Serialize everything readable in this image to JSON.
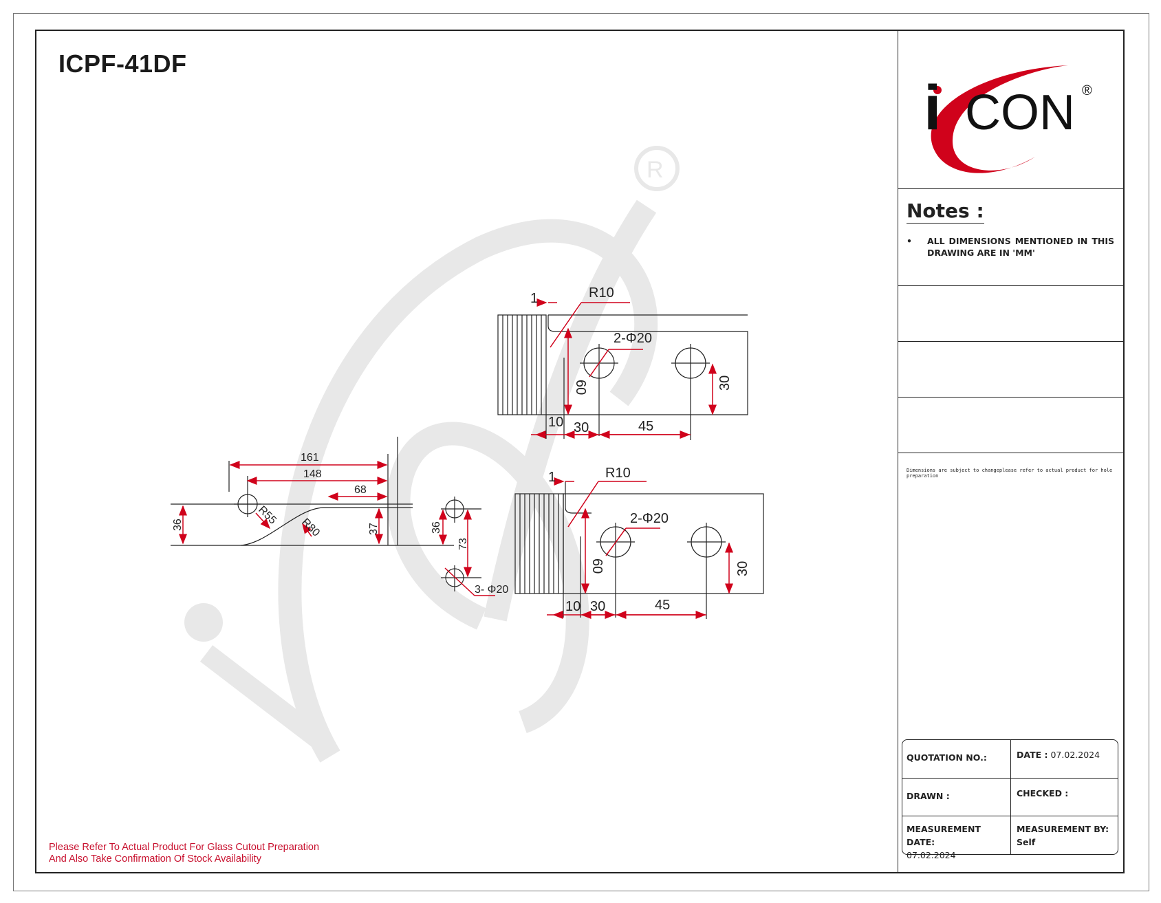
{
  "title": "ICPF-41DF",
  "footnote": {
    "line1": "Please Refer To Actual Product For Glass Cutout Preparation",
    "line2": "And Also Take Confirmation Of Stock Availability"
  },
  "logo": {
    "text_i": "i",
    "text_con": "CON",
    "registered": "®"
  },
  "notes": {
    "heading": "Notes :",
    "bullet": "•",
    "items": [
      "ALL DIMENSIONS MENTIONED IN THIS DRAWING ARE IN 'MM'"
    ]
  },
  "disclaimer": "Dimensions are subject to changeplease refer to actual product for hole preparation",
  "info": {
    "quotation_label": "QUOTATION NO.:",
    "quotation_value": "",
    "date_label": "DATE :",
    "date_value": "07.02.2024",
    "drawn_label": "DRAWN :",
    "drawn_value": "",
    "checked_label": "CHECKED :",
    "checked_value": "",
    "measurement_date_label": "MEASUREMENT DATE:",
    "measurement_date_value": "07.02.2024",
    "measurement_by_label": "MEASUREMENT BY:",
    "measurement_by_value": "Self"
  },
  "drawing": {
    "top_view": {
      "gap": "1",
      "radius": "R10",
      "holes": "2-Φ20",
      "height": "60",
      "d1": "10",
      "d2": "30",
      "d3": "45",
      "hole_offset": "30"
    },
    "bottom_view": {
      "gap": "1",
      "radius": "R10",
      "holes": "2-Φ20",
      "height": "60",
      "d1": "10",
      "d2": "30",
      "d3": "45",
      "hole_offset": "30"
    },
    "side_view": {
      "d161": "161",
      "d148": "148",
      "d68": "68",
      "r55": "R55",
      "r80": "R80",
      "h36": "36",
      "h37": "37"
    },
    "end_view": {
      "h36": "36",
      "h73": "73",
      "holes": "3- Φ20"
    }
  },
  "colors": {
    "dimension": "#d0021b",
    "line": "#222222",
    "watermark": "#e6e6e6"
  }
}
